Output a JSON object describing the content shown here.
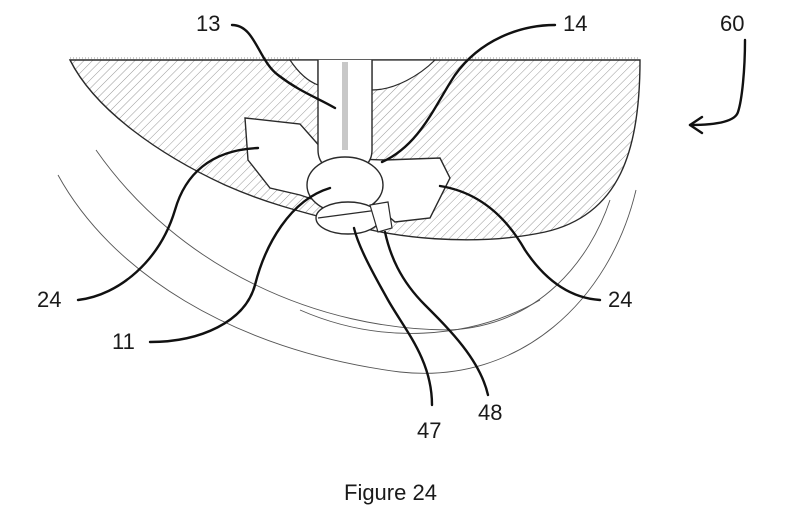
{
  "figure": {
    "caption": "Figure 24",
    "labels": {
      "ref_13": "13",
      "ref_14": "14",
      "ref_60": "60",
      "ref_24_left": "24",
      "ref_24_right": "24",
      "ref_11": "11",
      "ref_47": "47",
      "ref_48": "48"
    }
  }
}
